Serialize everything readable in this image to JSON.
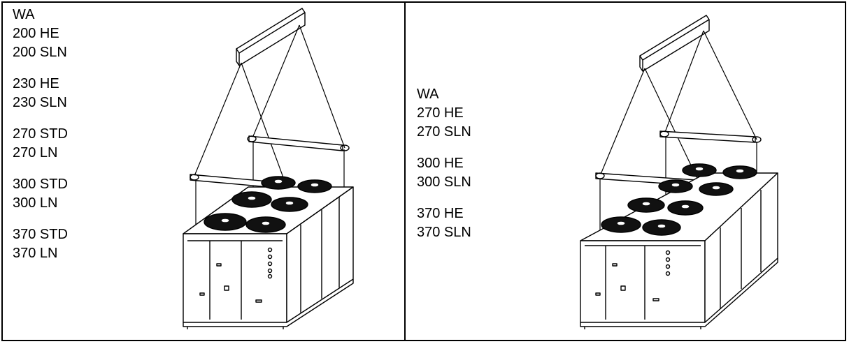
{
  "left_panel": {
    "model_label": "WA",
    "groups": [
      [
        "200 HE",
        "200 SLN"
      ],
      [
        "230 HE",
        "230 SLN"
      ],
      [
        "270 STD",
        "270 LN"
      ],
      [
        "300 STD",
        "300 LN"
      ],
      [
        "370 STD",
        "370 LN"
      ]
    ],
    "fan_count": 6
  },
  "right_panel": {
    "model_label": "WA",
    "groups": [
      [
        "270 HE",
        "270 SLN"
      ],
      [
        "300 HE",
        "300 SLN"
      ],
      [
        "370 HE",
        "370 SLN"
      ]
    ],
    "fan_count": 8
  },
  "colors": {
    "line": "#000000",
    "background": "#ffffff",
    "fan": "#111111"
  }
}
